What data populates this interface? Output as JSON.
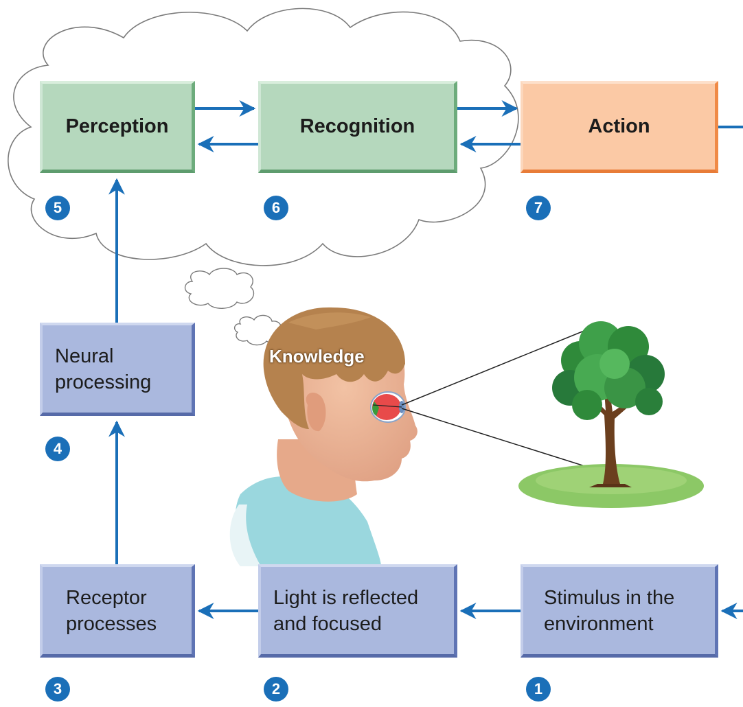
{
  "boxes": {
    "perception": "Perception",
    "recognition": "Recognition",
    "action": "Action",
    "neural": "Neural\nprocessing",
    "receptor": "Receptor\nprocesses",
    "light": "Light is reflected\nand focused",
    "stimulus": "Stimulus in the\nenvironment"
  },
  "labels": {
    "knowledge": "Knowledge"
  },
  "steps": {
    "s1": "1",
    "s2": "2",
    "s3": "3",
    "s4": "4",
    "s5": "5",
    "s6": "6",
    "s7": "7"
  },
  "colors": {
    "arrow": "#1a6fb8",
    "green_box": "#b5d8bd",
    "orange_box": "#fbc9a5",
    "blue_box": "#aab8de",
    "badge": "#1a6fb8"
  }
}
